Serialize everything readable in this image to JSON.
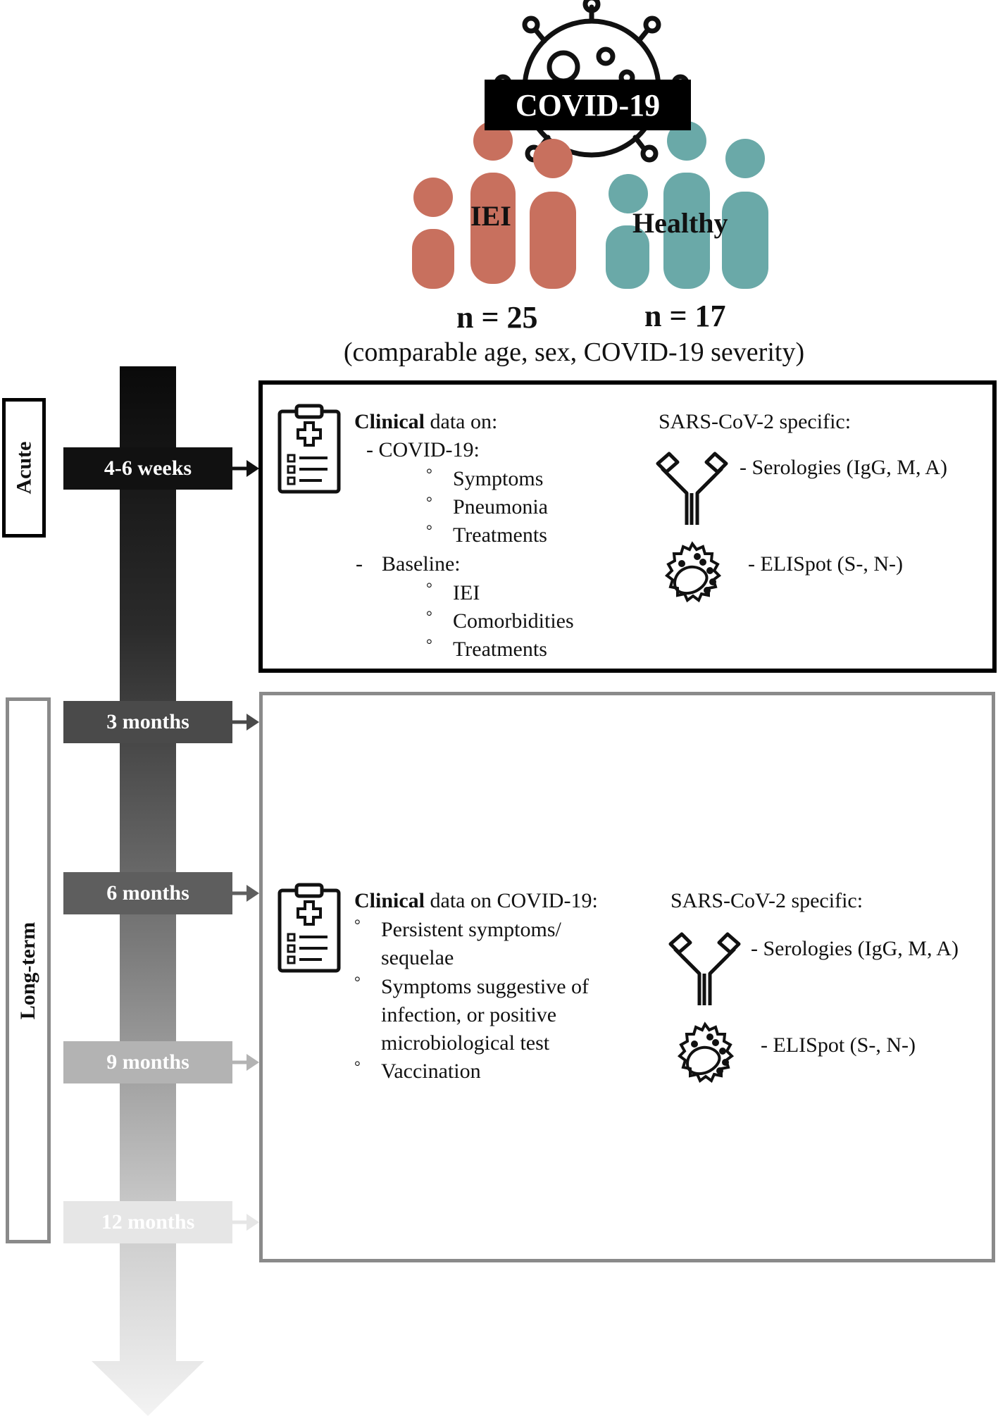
{
  "header": {
    "banner": "COVID-19",
    "groups": [
      {
        "label": "IEI",
        "count": "n = 25",
        "color": "#c8705e"
      },
      {
        "label": "Healthy",
        "count": "n = 17",
        "color": "#6aa9a8"
      }
    ],
    "matching_note": "(comparable age, sex, COVID-19 severity)"
  },
  "phases": {
    "acute": "Acute",
    "long_term": "Long-term"
  },
  "timepoints": [
    {
      "label": "4-6 weeks",
      "color": "#111111"
    },
    {
      "label": "3 months",
      "color": "#4a4a4a"
    },
    {
      "label": "6 months",
      "color": "#5e5e5e"
    },
    {
      "label": "9 months",
      "color": "#b3b3b3"
    },
    {
      "label": "12 months",
      "color": "#e6e6e6"
    }
  ],
  "acute_panel": {
    "clinical_bold": "Clinical",
    "clinical_rest": " data on:",
    "covid_item": "- COVID-19:",
    "covid_sub": [
      "Symptoms",
      "Pneumonia",
      "Treatments"
    ],
    "baseline_dash": "-",
    "baseline_item": "Baseline:",
    "baseline_sub": [
      "IEI",
      "Comorbidities",
      "Treatments"
    ],
    "sars_title": "SARS-CoV-2 specific:",
    "serologies": "- Serologies (IgG, M, A)",
    "elispot": "- ELISpot (S-, N-)"
  },
  "longterm_panel": {
    "clinical_bold": "Clinical",
    "clinical_rest": " data on COVID-19:",
    "items": [
      {
        "lines": [
          "Persistent symptoms/",
          " sequelae"
        ]
      },
      {
        "lines": [
          "Symptoms suggestive of",
          "infection, or positive",
          "microbiological test"
        ]
      },
      {
        "lines": [
          "Vaccination"
        ]
      }
    ],
    "sars_title": "SARS-CoV-2 specific:",
    "serologies": "- Serologies (IgG, M, A)",
    "elispot": "- ELISpot (S-, N-)"
  },
  "icons": {
    "virus": "coronavirus-icon",
    "clipboard": "medical-clipboard-icon",
    "antibody": "antibody-icon",
    "cell": "t-cell-icon"
  }
}
